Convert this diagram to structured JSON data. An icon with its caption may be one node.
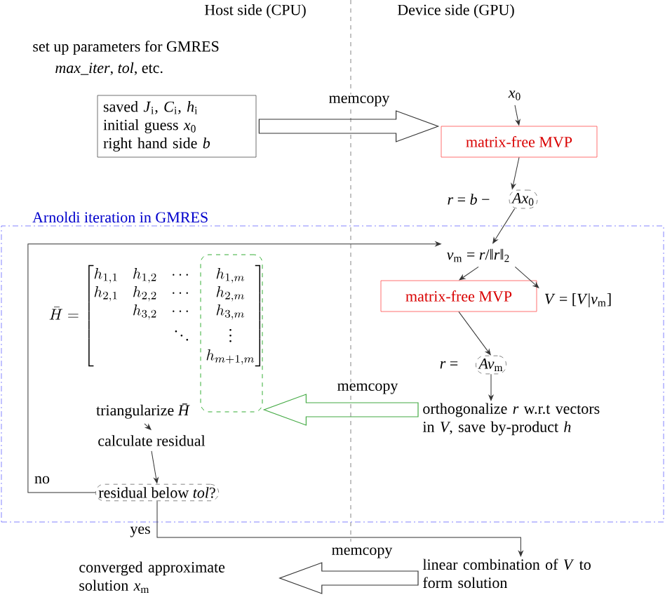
{
  "diagram": {
    "nodes": [
      {
        "text": [
          "saved *J*$_{i}$, *C*$_{i}$, *h*$_{i}$",
          "initial guess *x*$_{0}$",
          "right hand side *b*"
        ]
      },
      {
        "text": [
          "*x*$_{0}$"
        ]
      },
      {
        "text": [
          "matrix-free MVP"
        ]
      },
      {
        "text": [
          "*r* = *b* −"
        ]
      },
      {
        "text": [
          "*Ax*$_{0}$"
        ]
      },
      {
        "text": [
          "Arnoldi iteration in GMRES"
        ]
      },
      {
        "text": [
          "\\bar{H} = \\begin{bmatrix} h_{1,1} & h_{1,2} & \\cdots & h_{1,m} \\\\ h_{2,1} & h_{2,2} & \\cdots & h_{2,m} \\\\ & h_{3,2} & \\cdots & h_{3,m} \\\\ & & \\ddots & \\vdots \\\\ & & & h_{m+1,m} \\end{bmatrix}"
        ],
        "in": 5
      },
      {
        "text": [],
        "shape": "box",
        "in": 5
      },
      {
        "text": [
          "*v*$_{m}$ = *r*/‖*r*‖$_{2}$"
        ],
        "in": 5
      },
      {
        "text": [
          "*V* = [*V*|*v*$_{m}$]"
        ],
        "in": 5
      },
      {
        "text": [
          "matrix-free MVP"
        ],
        "in": 5
      },
      {
        "text": [
          "*r* ="
        ],
        "in": 5
      },
      {
        "text": [
          "*Av*$_{m}$"
        ],
        "in": 5
      },
      {
        "text": [
          "triangularize *H̄*"
        ],
        "in": 5
      },
      {
        "text": [
          "orthogonalize *r* w.r.t vectors in *V*, save by-product *h*"
        ],
        "in": 5
      },
      {
        "text": [
          "calculate residual"
        ],
        "in": 5
      },
      {
        "text": [
          "residual below *tol*?"
        ],
        "in": 5
      },
      {
        "text": [
          "linear combination of *V* to form solution"
        ]
      },
      {
        "text": [
          "converged approximate solution *x*$_{m}$"
        ]
      }
    ],
    "edges": [
      {
        "from": 0,
        "to": 2,
        "arrow": "to",
        "label": "memcopy",
        "style": "thick"
      },
      {
        "from": 1,
        "to": 2,
        "arrow": "to"
      },
      {
        "from": 2,
        "to": 4,
        "arrow": "to"
      },
      {
        "from": 4,
        "to": 8,
        "arrow": "to"
      },
      {
        "from": 16,
        "to": 8,
        "arrow": "to",
        "label": "no"
      },
      {
        "from": 8,
        "to": 10,
        "arrow": "to"
      },
      {
        "from": 8,
        "to": 9,
        "arrow": "to"
      },
      {
        "from": 10,
        "to": 12,
        "arrow": "to"
      },
      {
        "from": 12,
        "to": 14,
        "arrow": "to"
      },
      {
        "from": 14,
        "to": 7,
        "arrow": "to",
        "label": "memcopy",
        "style": "thick",
        "color": "#44aa44"
      },
      {
        "from": 13,
        "to": 15,
        "arrow": "to"
      },
      {
        "from": 15,
        "to": 16,
        "arrow": "to"
      },
      {
        "from": 16,
        "to": 17,
        "arrow": "to",
        "label": "yes"
      },
      {
        "from": 17,
        "to": 18,
        "arrow": "to",
        "label": "memcopy",
        "style": "thick"
      }
    ],
    "labels": [
      "Host side (CPU)",
      "Device side (GPU)",
      "set up parameters for GMRES",
      "*max_iter*, *tol*, etc."
    ]
  }
}
